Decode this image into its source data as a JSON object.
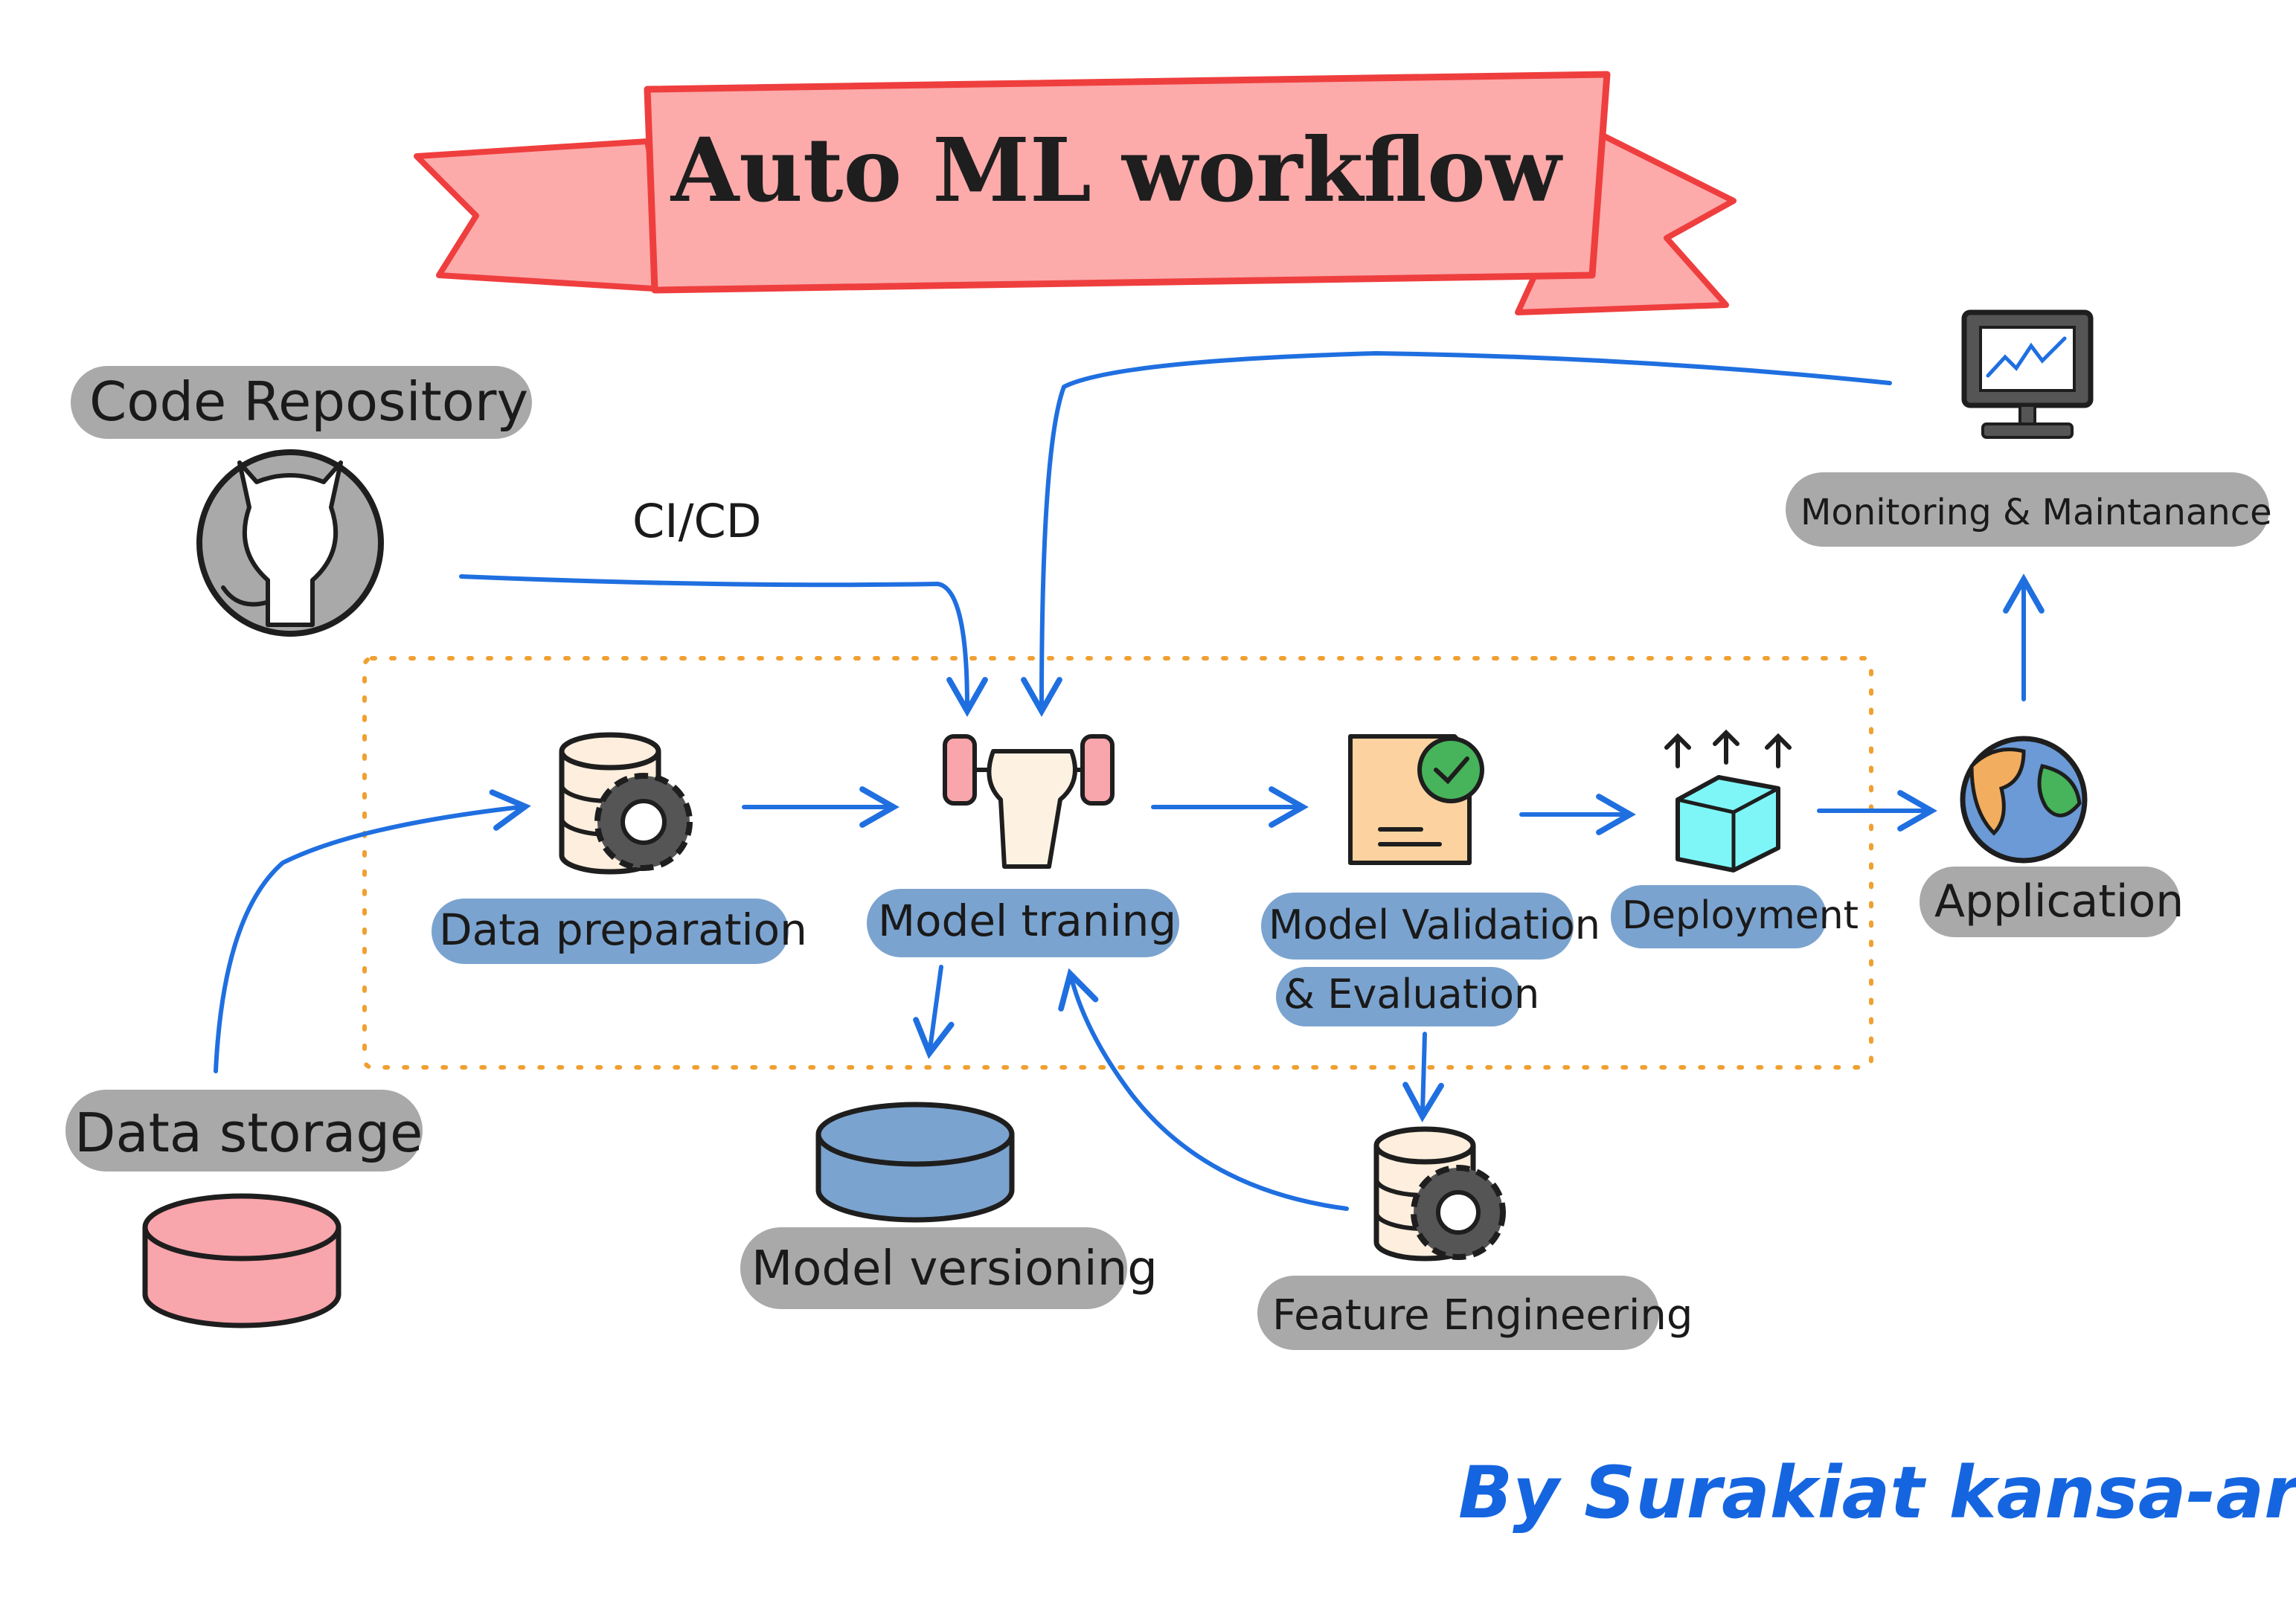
{
  "title": "Auto ML workflow",
  "author": "By Surakiat kansa-ard",
  "labels": {
    "ci_cd": "CI/CD",
    "code_repository": "Code Repository",
    "data_storage": "Data storage",
    "data_preparation": "Data preparation",
    "model_training": "Model traning",
    "model_validation_1": "Model Validation",
    "model_validation_2": "& Evaluation",
    "deployment": "Deployment",
    "application": "Application",
    "monitoring": "Monitoring & Maintanance",
    "model_versioning": "Model versioning",
    "feature_engineering": "Feature Engineering"
  },
  "colors": {
    "ribbon": "#fcaaaa",
    "ribbon_edge": "#ef3e3e",
    "label_blue": "#7ba3cf",
    "label_gray": "#a9a9a9",
    "arrow": "#1f6fe0",
    "dashed_box": "#f0a030",
    "storage_pink": "#f8a5ab",
    "model_db_blue": "#7ba3cf",
    "deploy_cube": "#7ef6f8"
  },
  "icons": [
    "github-icon",
    "database-gear-icon",
    "dumbbell-fist-icon",
    "document-check-icon",
    "cube-upload-icon",
    "globe-icon",
    "monitor-chart-icon",
    "cylinder-icon"
  ]
}
